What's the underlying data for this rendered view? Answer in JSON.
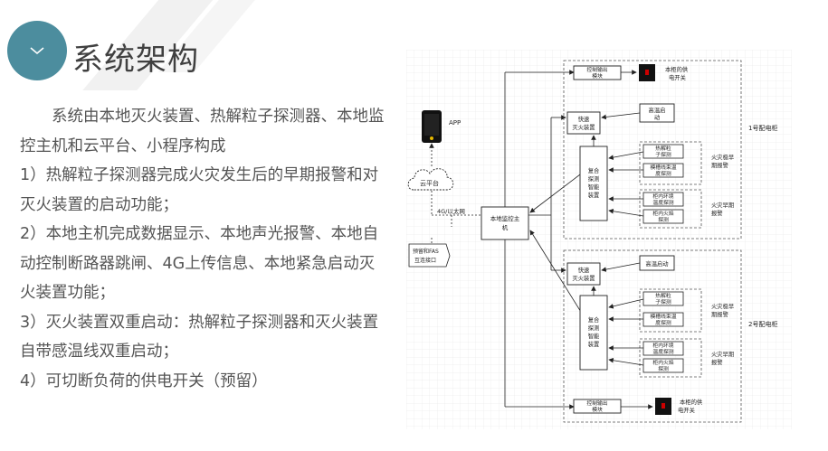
{
  "header": {
    "title": "系统架构"
  },
  "intro": {
    "paragraph": "系统由本地灭火装置、热解粒子探测器、本地监控主机和云平台、小程序构成",
    "items": [
      "1）热解粒子探测器完成火灾发生后的早期报警和对灭火装置的启动功能；",
      "2）本地主机完成数据显示、本地声光报警、本地自动控制断路器跳闸、4G上传信息、本地紧急启动灭火装置功能；",
      "3）灭火装置双重启动：热解粒子探测器和灭火装置自带感温线双重启动；",
      "4）可切断负荷的供电开关（预留）"
    ]
  },
  "diagram": {
    "app_label": "APP",
    "cloud_label": "云平台",
    "network_label": "4G/以太网",
    "host_label": "本地监控主机",
    "fas_label": "预留和FAS互连接口",
    "cabinets": [
      {
        "name": "1号配电柜",
        "output_module": "控制输出模块",
        "power_switch": "本柜的供电开关",
        "quick_device": "快速灭火装置",
        "high_temp": "高温启动",
        "composite": "复合探测智能装置",
        "early_sensors": [
          "热解粒子探测",
          "模槽线束温度探测"
        ],
        "early_label": "火灾极早期报警",
        "cabinet_sensors": [
          "柜内环境温度探测",
          "柜内火焰探测"
        ],
        "cabinet_label": "火灾早期报警"
      },
      {
        "name": "2号配电柜",
        "output_module": "控制输出模块",
        "power_switch": "本柜的供电开关",
        "quick_device": "快速灭火装置",
        "high_temp": "高温启动",
        "composite": "复合探测智能装置",
        "early_sensors": [
          "热解粒子探测",
          "模槽线束温度探测"
        ],
        "early_label": "火灾极早期报警",
        "cabinet_sensors": [
          "柜内环境温度探测",
          "柜内火焰探测"
        ],
        "cabinet_label": "火灾早期报警"
      }
    ]
  }
}
